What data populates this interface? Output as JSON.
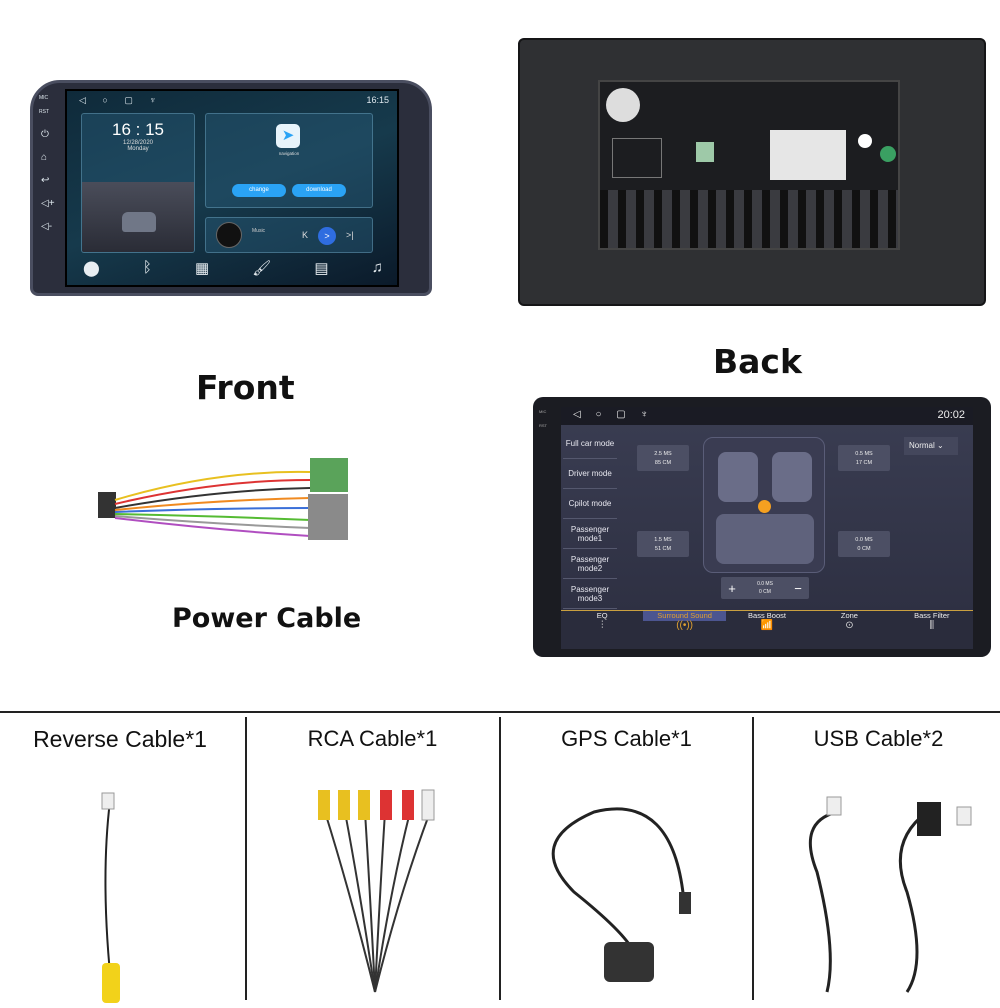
{
  "labels": {
    "front": "Front",
    "back": "Back",
    "power_cable": "Power Cable"
  },
  "accessories": [
    {
      "title": "Reverse Cable*1"
    },
    {
      "title": "RCA Cable*1"
    },
    {
      "title": "GPS Cable*1"
    },
    {
      "title": "USB Cable*2"
    }
  ],
  "front_screen": {
    "side_labels": [
      "MIC",
      "RST"
    ],
    "status_time": "16:15",
    "clock": "16 : 15",
    "date": "12/28/2020",
    "weekday": "Monday",
    "nav_app": "navigation",
    "change": "change",
    "download": "download",
    "music": "Music",
    "dock_icons": [
      "location-icon",
      "bluetooth-icon",
      "apps-icon",
      "paintbrush-icon",
      "radio-icon",
      "music-icon"
    ]
  },
  "sound_screen": {
    "side_labels": [
      "MIC",
      "RST"
    ],
    "status_time": "20:02",
    "preset": "Normal",
    "modes": [
      "Full car mode",
      "Driver mode",
      "Cpilot mode",
      "Passenger mode1",
      "Passenger mode2",
      "Passenger mode3"
    ],
    "delays": [
      {
        "ms": "2.5 MS",
        "cm": "85 CM"
      },
      {
        "ms": "0.5 MS",
        "cm": "17 CM"
      },
      {
        "ms": "1.5 MS",
        "cm": "51 CM"
      },
      {
        "ms": "0.0 MS",
        "cm": "0 CM"
      },
      {
        "ms": "0.0 MS",
        "cm": "0 CM"
      }
    ],
    "plus": "+",
    "minus": "−",
    "tabs": [
      "EQ",
      "Surround Sound",
      "Bass Boost",
      "Zone",
      "Bass Filter"
    ],
    "active_tab": "Surround Sound",
    "active_color": "#e0a030"
  }
}
